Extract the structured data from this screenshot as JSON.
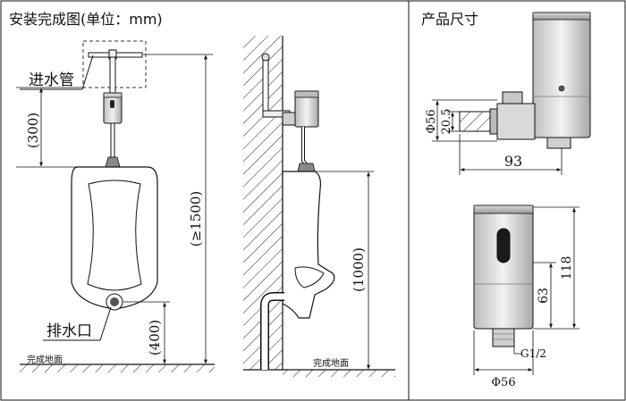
{
  "left_panel": {
    "title": "安装完成图(单位：mm)",
    "labels": {
      "inlet_pipe": "进水管",
      "drain": "排水口",
      "floor_front": "完成地面",
      "floor_side": "完成地面"
    },
    "dimensions": {
      "inlet_height": "(300)",
      "total_height": "(≥1500)",
      "drain_height": "(400)",
      "side_height": "(1000)"
    }
  },
  "right_panel": {
    "title": "产品尺寸",
    "dimensions": {
      "diameter_side": "Φ56",
      "thread_side": "20.5",
      "length": "93",
      "height": "118",
      "lower_height": "63",
      "thread": "G1/2",
      "diameter_bottom": "Φ56"
    }
  }
}
